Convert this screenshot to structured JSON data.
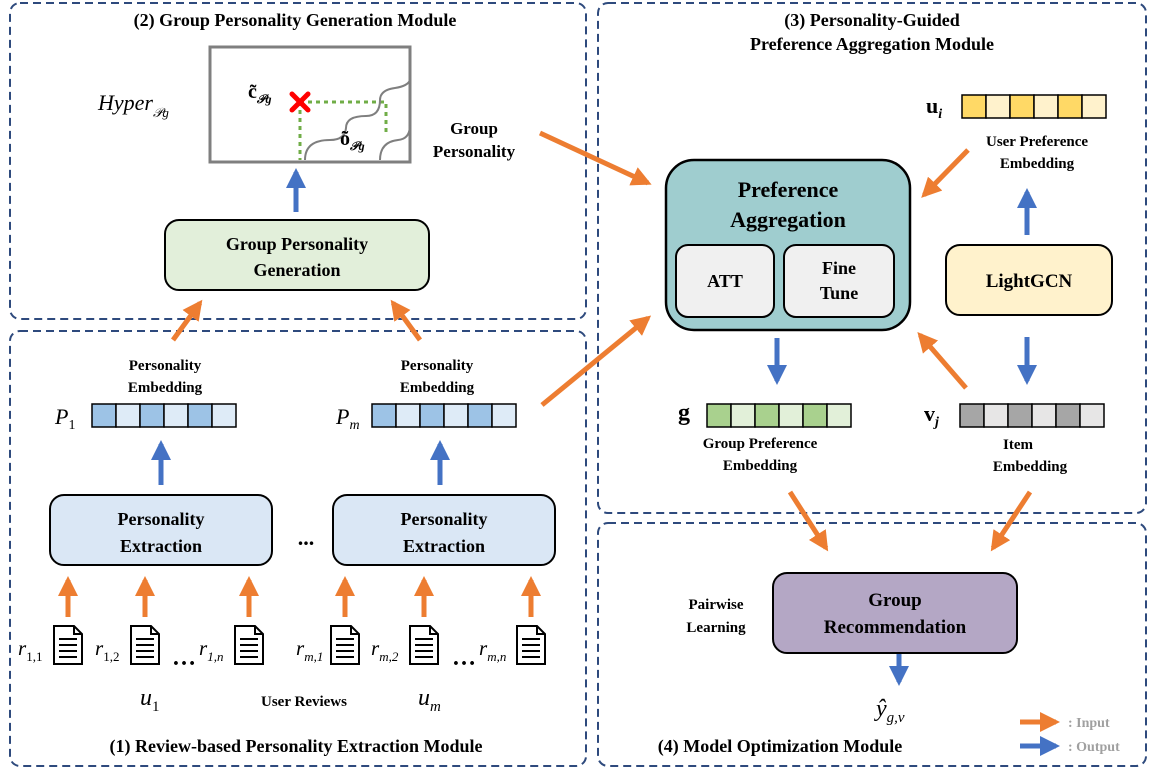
{
  "modules": {
    "m1_title": "(1) Review-based Personality Extraction Module",
    "m2_title": "(2) Group Personality Generation Module",
    "m3_title_line1": "(3) Personality-Guided",
    "m3_title_line2": "Preference Aggregation Module",
    "m4_title": "(4) Model Optimization Module"
  },
  "module2": {
    "hyper_main": "Hyper",
    "hyper_sub": "𝒫g",
    "center_main": "c̃",
    "center_sub": "𝒫g",
    "offset_main": "õ",
    "offset_sub": "𝒫g",
    "group_personality_line1": "Group",
    "group_personality_line2": "Personality",
    "generation_line1": "Group Personality",
    "generation_line2": "Generation"
  },
  "module1": {
    "personality_embedding_line1": "Personality",
    "personality_embedding_line2": "Embedding",
    "p1_main": "P",
    "p1_sub": "1",
    "pm_main": "P",
    "pm_sub": "m",
    "extraction_line1": "Personality",
    "extraction_line2": "Extraction",
    "ellipsis": "...",
    "reviews_left": [
      {
        "main": "r",
        "sub": "1,1"
      },
      {
        "main": "r",
        "sub": "1,2"
      },
      {
        "main": "r",
        "sub": "1,n"
      }
    ],
    "reviews_right": [
      {
        "main": "r",
        "sub": "m,1"
      },
      {
        "main": "r",
        "sub": "m,2"
      },
      {
        "main": "r",
        "sub": "m,n"
      }
    ],
    "dots": "…",
    "u1_main": "u",
    "u1_sub": "1",
    "um_main": "u",
    "um_sub": "m",
    "user_reviews": "User Reviews"
  },
  "module3": {
    "pref_agg_line1": "Preference",
    "pref_agg_line2": "Aggregation",
    "att": "ATT",
    "fine_line1": "Fine",
    "fine_line2": "Tune",
    "lightgcn": "LightGCN",
    "u_main": "u",
    "u_sub": "i",
    "user_pref_line1": "User Preference",
    "user_pref_line2": "Embedding",
    "g_label": "g",
    "group_pref_line1": "Group Preference",
    "group_pref_line2": "Embedding",
    "v_main": "v",
    "v_sub": "j",
    "item_line1": "Item",
    "item_line2": "Embedding"
  },
  "module4": {
    "pairwise_line1": "Pairwise",
    "pairwise_line2": "Learning",
    "rec_line1": "Group",
    "rec_line2": "Recommendation",
    "yhat_main": "ŷ",
    "yhat_sub": "g,v"
  },
  "legend": {
    "input": ": Input",
    "output": ": Output"
  },
  "colors": {
    "orange": "#ed7d31",
    "blue": "#4472c4",
    "dashed_border": "#2e4a7d",
    "blue_box": "#dae7f5",
    "green_box": "#e2efda",
    "teal_box": "#9fcdcf",
    "yellow_box": "#fff2cc",
    "purple_box": "#b4a7c5"
  }
}
